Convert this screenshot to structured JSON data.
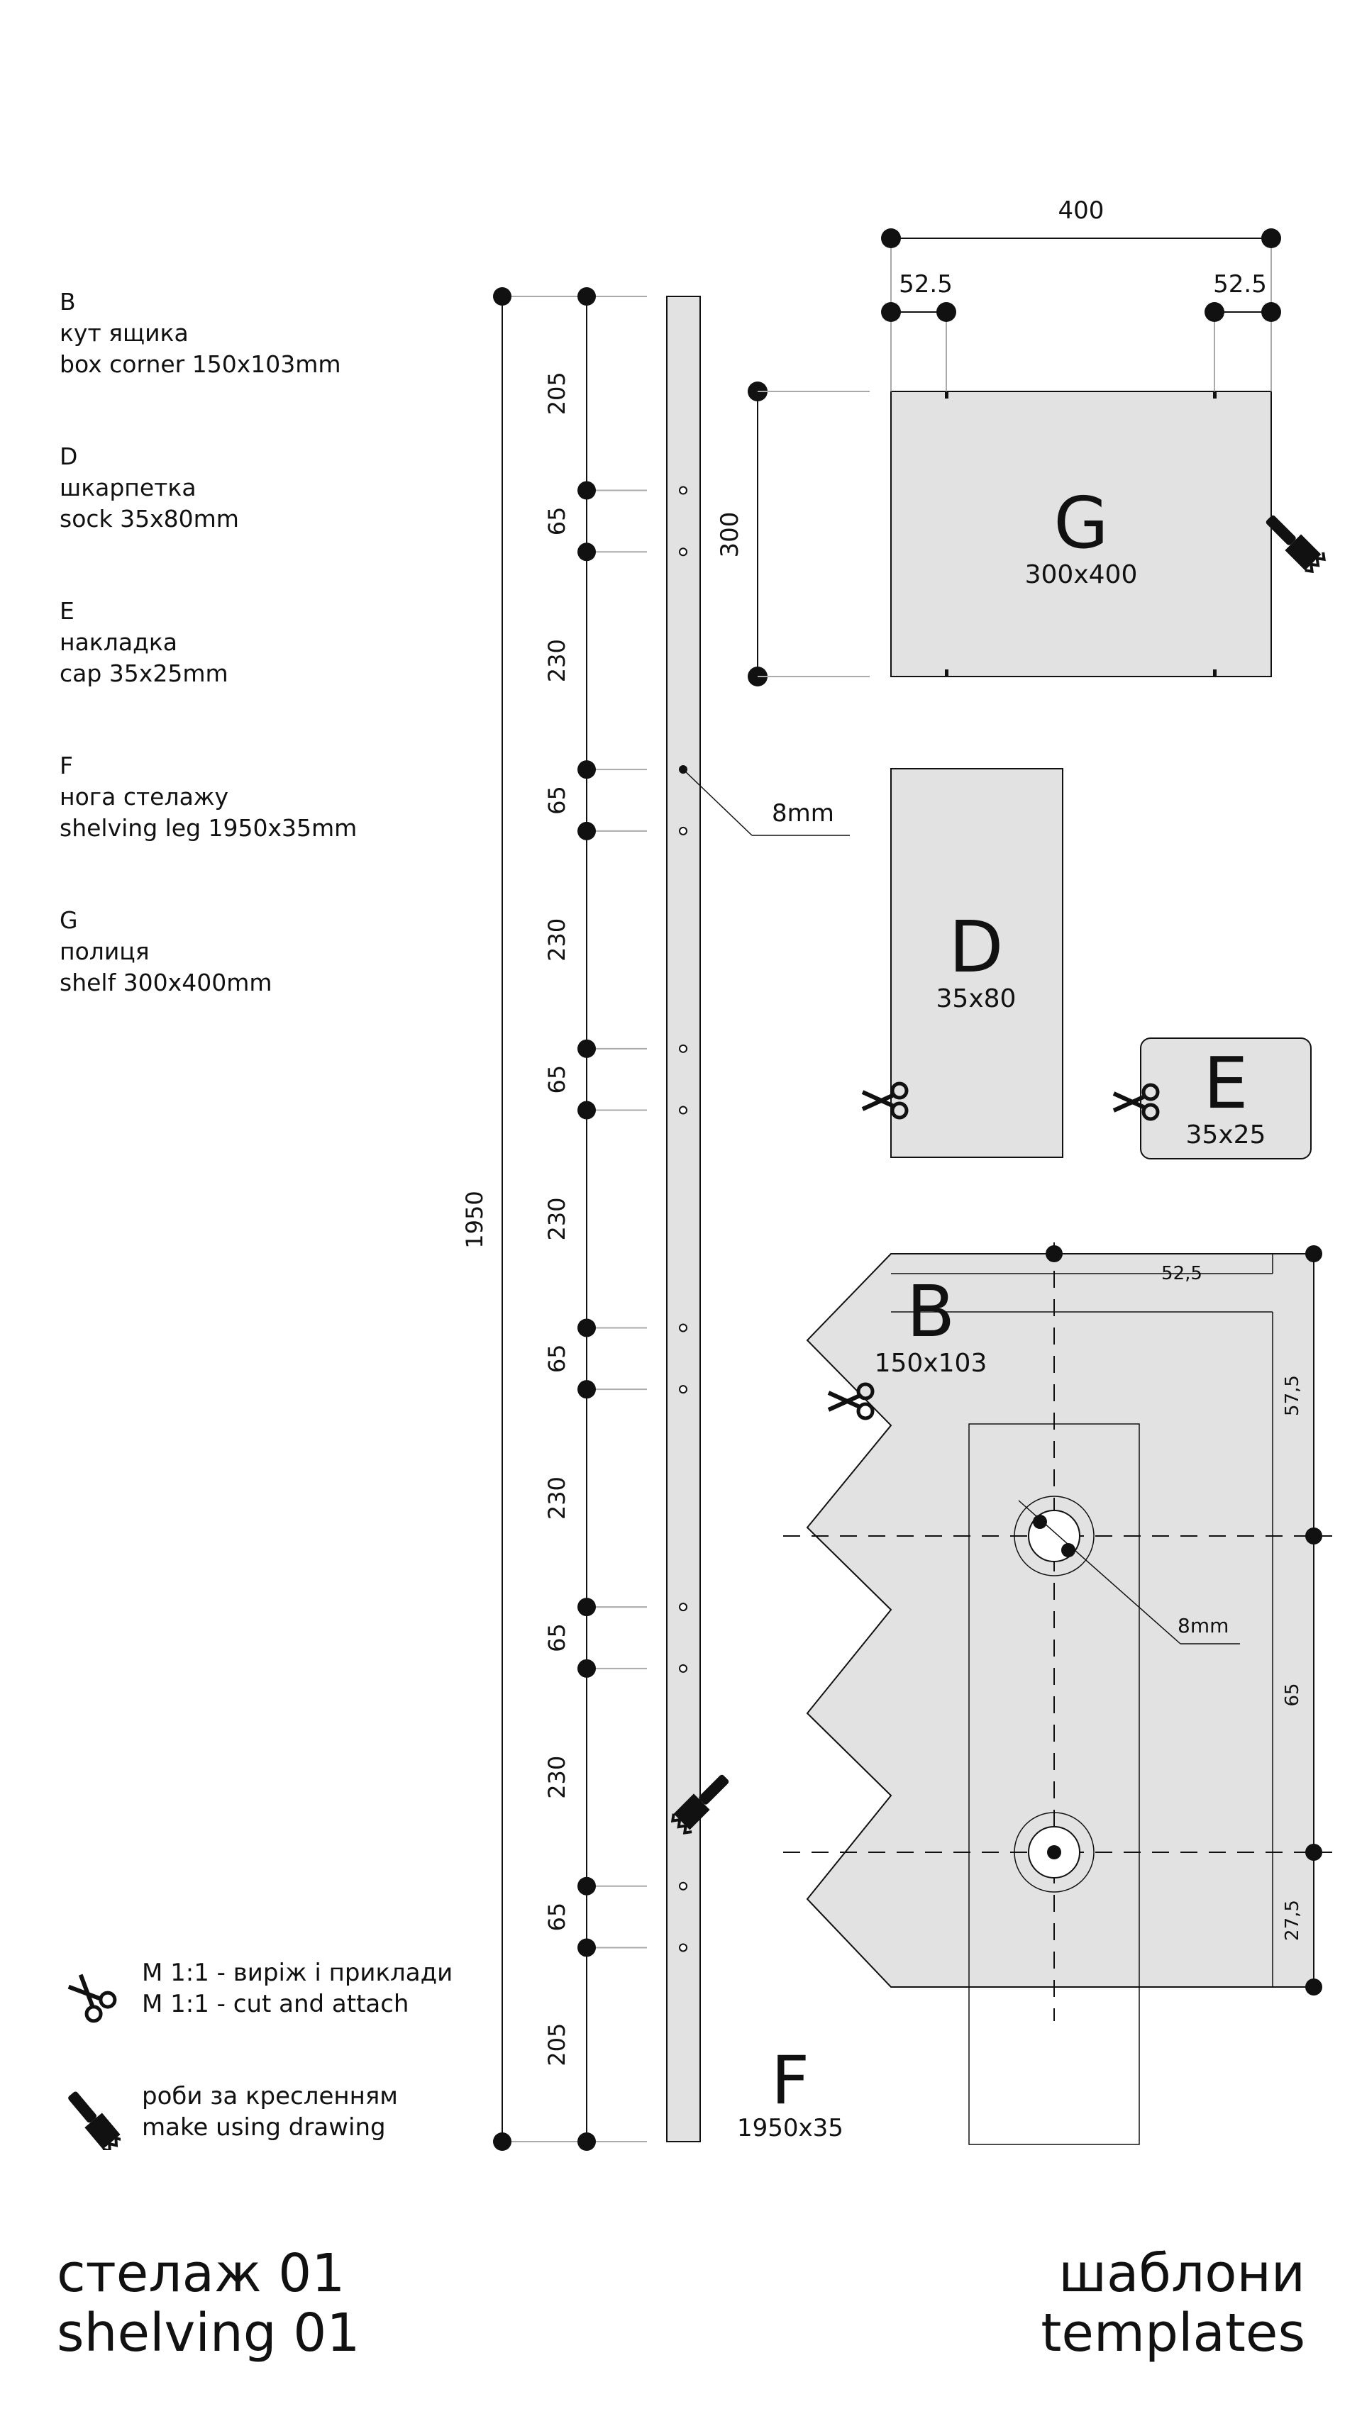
{
  "legend": [
    {
      "letter": "B",
      "ua": "кут ящика",
      "en": "box corner 150x103mm"
    },
    {
      "letter": "D",
      "ua": "шкарпетка",
      "en": "sock 35x80mm"
    },
    {
      "letter": "E",
      "ua": "накладка",
      "en": "cap 35x25mm"
    },
    {
      "letter": "F",
      "ua": "нога стелажу",
      "en": "shelving leg 1950x35mm"
    },
    {
      "letter": "G",
      "ua": "полиця",
      "en": "shelf 300x400mm"
    }
  ],
  "keys": [
    {
      "icon": "scissors-icon",
      "ua": "М 1:1 - виріж і приклади",
      "en": "M 1:1 - cut and attach"
    },
    {
      "icon": "saw-icon",
      "ua": "роби за кресленням",
      "en": "make using drawing"
    }
  ],
  "footer": {
    "left_ua": "стелаж 01",
    "left_en": "shelving 01",
    "right_ua": "шаблони",
    "right_en": "templates"
  },
  "drawing": {
    "leg_total": "1950",
    "leg_segments": [
      "205",
      "65",
      "230",
      "65",
      "230",
      "65",
      "230",
      "65",
      "230",
      "65",
      "230",
      "65",
      "205"
    ],
    "hole_label": "8mm",
    "parts": {
      "F": {
        "letter": "F",
        "size": "1950x35"
      },
      "G": {
        "letter": "G",
        "size": "300x400",
        "width": "400",
        "height": "300",
        "offset_left": "52.5",
        "offset_right": "52.5"
      },
      "D": {
        "letter": "D",
        "size": "35x80"
      },
      "E": {
        "letter": "E",
        "size": "35x25"
      },
      "B": {
        "letter": "B",
        "size": "150x103",
        "top_offset": "52,5",
        "v1": "57,5",
        "v2": "65",
        "v3": "27,5",
        "hole_label": "8mm"
      }
    }
  }
}
